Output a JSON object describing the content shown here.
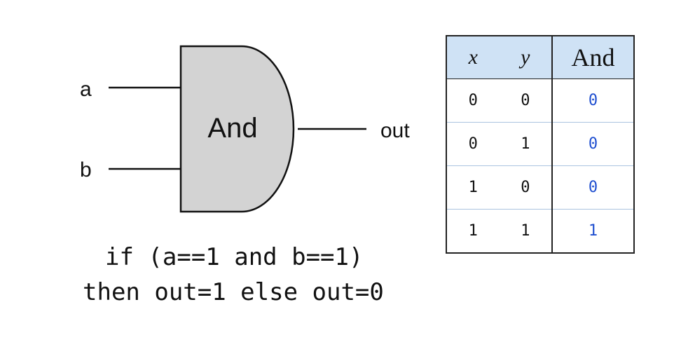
{
  "gate": {
    "name": "And",
    "input_a": "a",
    "input_b": "b",
    "output": "out"
  },
  "code": {
    "line1": "if (a==1 and b==1)",
    "line2": "then out=1 else out=0"
  },
  "truth_table": {
    "headers": [
      "x",
      "y",
      "And"
    ],
    "rows": [
      [
        "0",
        "0",
        "0"
      ],
      [
        "0",
        "1",
        "0"
      ],
      [
        "1",
        "0",
        "0"
      ],
      [
        "1",
        "1",
        "1"
      ]
    ]
  },
  "colors": {
    "gate_fill": "#d3d3d3",
    "header_fill": "#cfe2f5",
    "output_value": "#1f4fd0"
  }
}
